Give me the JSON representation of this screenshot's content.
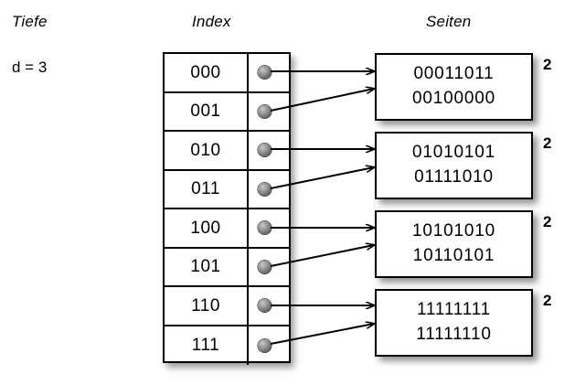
{
  "headers": {
    "depth": "Tiefe",
    "index": "Index",
    "pages": "Seiten"
  },
  "depth": {
    "label": "d = 3"
  },
  "index_table": {
    "rows": [
      {
        "key": "000",
        "pointer_icon": "filled-circle-pointer"
      },
      {
        "key": "001",
        "pointer_icon": "filled-circle-pointer"
      },
      {
        "key": "010",
        "pointer_icon": "filled-circle-pointer"
      },
      {
        "key": "011",
        "pointer_icon": "filled-circle-pointer"
      },
      {
        "key": "100",
        "pointer_icon": "filled-circle-pointer"
      },
      {
        "key": "101",
        "pointer_icon": "filled-circle-pointer"
      },
      {
        "key": "110",
        "pointer_icon": "filled-circle-pointer"
      },
      {
        "key": "111",
        "pointer_icon": "filled-circle-pointer"
      }
    ]
  },
  "pages": [
    {
      "line1": "00011011",
      "line2": "00100000",
      "local_depth": "2"
    },
    {
      "line1": "01010101",
      "line2": "01111010",
      "local_depth": "2"
    },
    {
      "line1": "10101010",
      "line2": "10110101",
      "local_depth": "2"
    },
    {
      "line1": "11111111",
      "line2": "11111110",
      "local_depth": "2"
    }
  ],
  "colors": {
    "background": "#ffffff",
    "stroke": "#000000",
    "pointer_dot": "#6e6e6e",
    "shadow": "rgba(0,0,0,0.40)"
  }
}
